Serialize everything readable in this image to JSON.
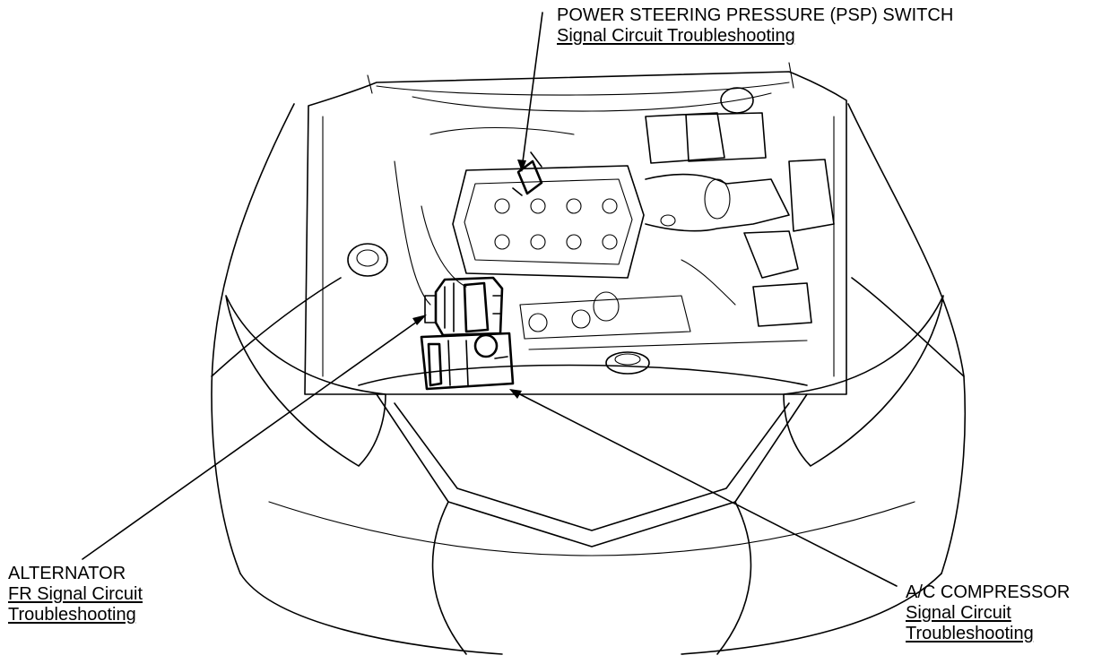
{
  "callouts": {
    "psp": {
      "title": "POWER STEERING PRESSURE (PSP) SWITCH",
      "link": "Signal Circuit Troubleshooting"
    },
    "alternator": {
      "title": "ALTERNATOR",
      "link_line1": "FR Signal Circuit",
      "link_line2": "Troubleshooting"
    },
    "ac_compressor": {
      "title": "A/C COMPRESSOR",
      "link_line1": "Signal Circuit",
      "link_line2": "Troubleshooting"
    }
  }
}
